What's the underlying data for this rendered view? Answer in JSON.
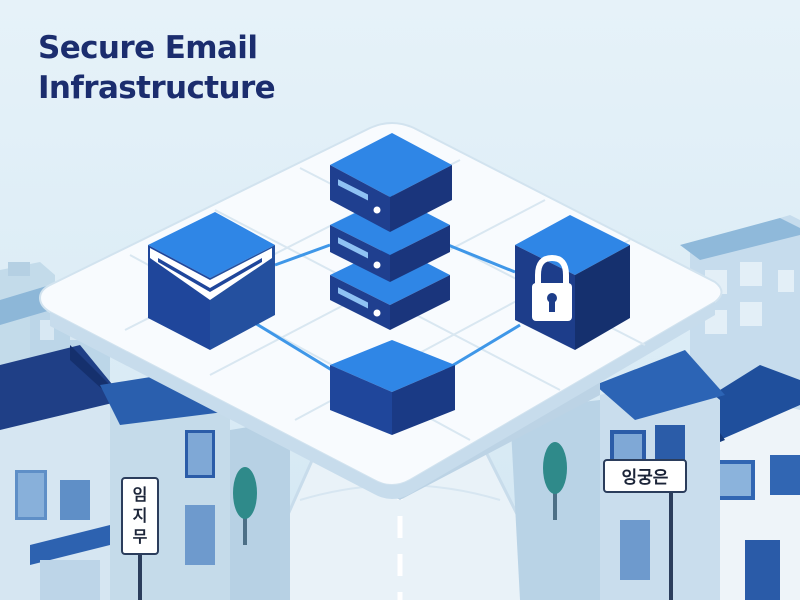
{
  "heading": {
    "line1": "Secure Email",
    "line2": "Infrastructure"
  },
  "street_signs": {
    "left": [
      "임",
      "지",
      "무"
    ],
    "right": "잉궁은"
  },
  "colors": {
    "heading": "#1b2d6e",
    "cube_primary": "#2b7fe0",
    "cube_dark": "#1e3f8f",
    "platform": "#f6fafd",
    "connector": "#3f97e8",
    "sky": "#dfeef7"
  },
  "icons": [
    "email-icon",
    "server-rack-icon",
    "lock-icon"
  ]
}
